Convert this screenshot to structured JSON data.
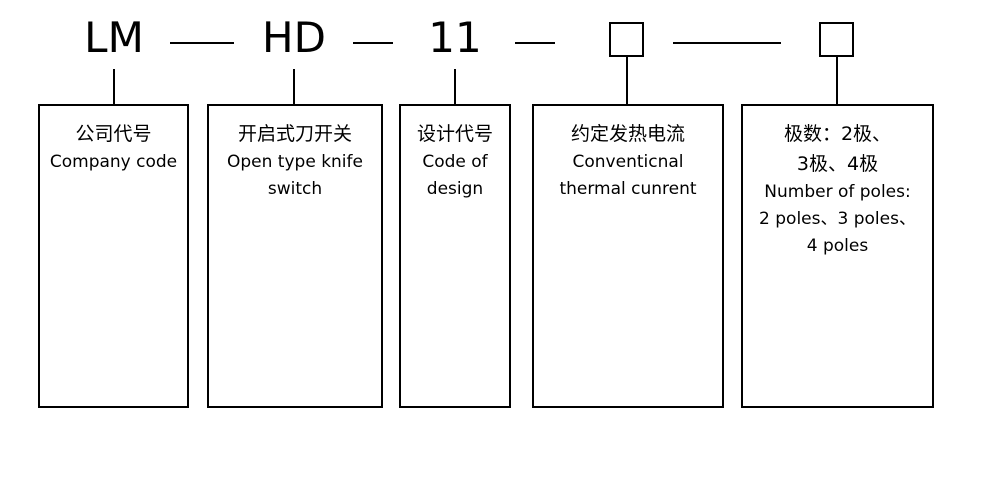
{
  "codes": {
    "company": "LM",
    "type": "HD",
    "design": "11"
  },
  "boxes": {
    "company": {
      "cn": "公司代号",
      "en": "Company code"
    },
    "knife_switch": {
      "cn": "开启式刀开关",
      "en": "Open type knife\nswitch"
    },
    "design": {
      "cn": "设计代号",
      "en": "Code of\ndesign"
    },
    "current": {
      "cn": "约定发热电流",
      "en": "Conventicnal\nthermal cunrent"
    },
    "poles": {
      "cn": "极数：2极、\n3极、4极",
      "en": "Number of poles:\n2 poles、3 poles、\n4 poles"
    }
  }
}
